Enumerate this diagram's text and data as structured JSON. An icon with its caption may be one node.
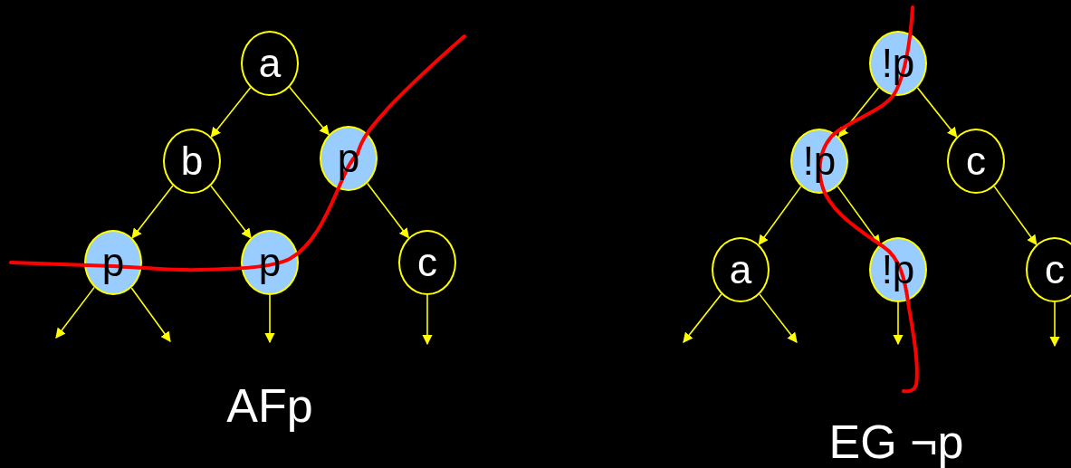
{
  "diagram": {
    "nodes": [
      {
        "text": [
          "a"
        ]
      },
      {
        "text": [
          "b"
        ]
      },
      {
        "text": [
          "p"
        ]
      },
      {
        "text": [
          "p"
        ]
      },
      {
        "text": [
          "p"
        ]
      },
      {
        "text": [
          "c"
        ]
      },
      {
        "text": [
          "!p"
        ]
      },
      {
        "text": [
          "!p"
        ]
      },
      {
        "text": [
          "c"
        ]
      },
      {
        "text": [
          "a"
        ]
      },
      {
        "text": [
          "!p"
        ]
      },
      {
        "text": [
          "c"
        ]
      }
    ],
    "edges": [
      {
        "from": 0,
        "to": 1,
        "arrow": "to"
      },
      {
        "from": 0,
        "to": 2,
        "arrow": "to"
      },
      {
        "from": 1,
        "to": 3,
        "arrow": "to"
      },
      {
        "from": 1,
        "to": 4,
        "arrow": "to"
      },
      {
        "from": 2,
        "to": 5,
        "arrow": "to"
      },
      {
        "from": 3,
        "to": null,
        "arrow": "to"
      },
      {
        "from": 3,
        "to": null,
        "arrow": "to"
      },
      {
        "from": 4,
        "to": null,
        "arrow": "to"
      },
      {
        "from": 5,
        "to": null,
        "arrow": "to"
      },
      {
        "from": 6,
        "to": 7,
        "arrow": "to"
      },
      {
        "from": 6,
        "to": 8,
        "arrow": "to"
      },
      {
        "from": 7,
        "to": 9,
        "arrow": "to"
      },
      {
        "from": 7,
        "to": 10,
        "arrow": "to"
      },
      {
        "from": 8,
        "to": 11,
        "arrow": "to"
      },
      {
        "from": 9,
        "to": null,
        "arrow": "to"
      },
      {
        "from": 9,
        "to": null,
        "arrow": "to"
      },
      {
        "from": 10,
        "to": null,
        "arrow": "to"
      },
      {
        "from": 11,
        "to": null,
        "arrow": "to"
      }
    ],
    "labels": [
      "AFp",
      "EG ¬p"
    ]
  }
}
